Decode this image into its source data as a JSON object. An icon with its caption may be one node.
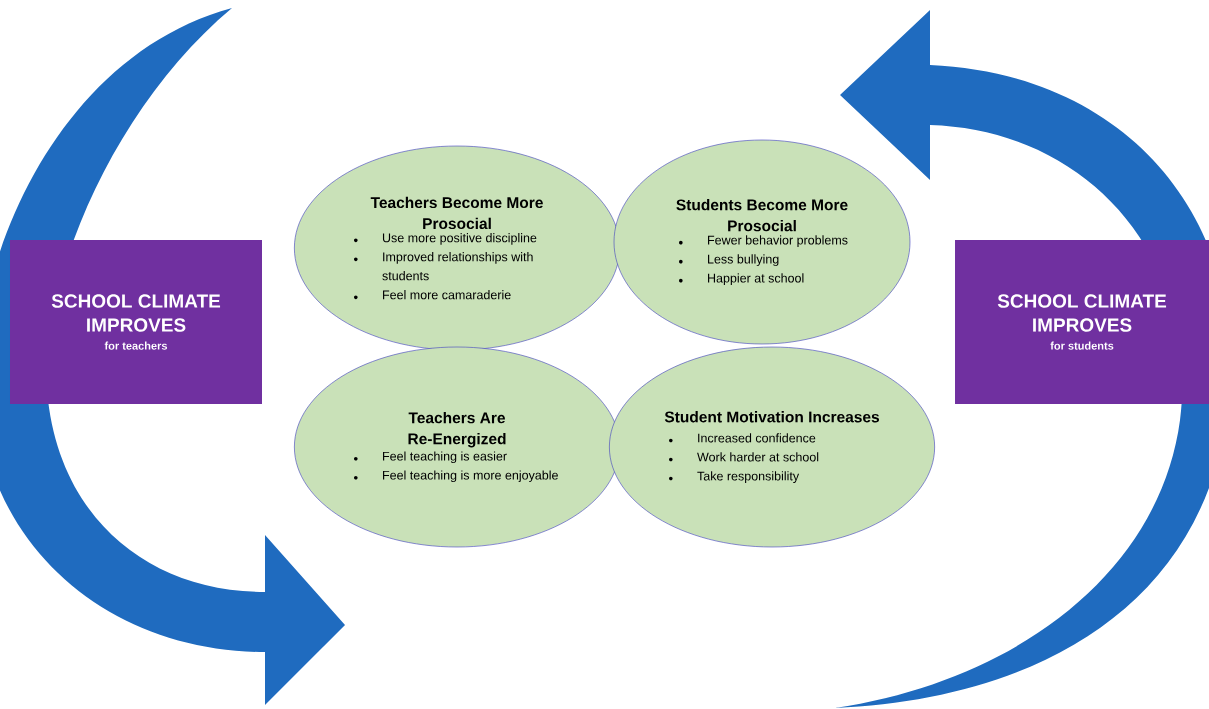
{
  "diagram": {
    "nodes": [
      {
        "text": [
          "SCHOOL CLIMATE IMPROVES",
          "for teachers"
        ]
      },
      {
        "text": [
          "Teachers Become More Prosocial",
          "Use more positive discipline",
          "Improved relationships with students",
          "Feel more camaraderie"
        ]
      },
      {
        "text": [
          "Students Become More Prosocial",
          "Fewer behavior problems",
          "Less bullying",
          "Happier at school"
        ]
      },
      {
        "text": [
          "Teachers Are Re-Energized",
          "Feel teaching is easier",
          "Feel teaching is more enjoyable"
        ]
      },
      {
        "text": [
          "Student Motivation Increases",
          "Increased confidence",
          "Work harder at school",
          "Take responsibility"
        ]
      },
      {
        "text": [
          "SCHOOL CLIMATE IMPROVES",
          "for students"
        ]
      }
    ],
    "edges": []
  }
}
